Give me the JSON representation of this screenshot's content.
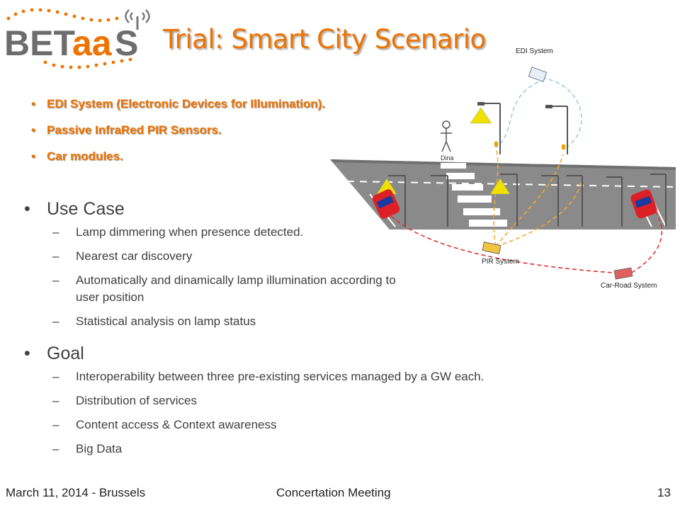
{
  "logo": {
    "text_main": "BET",
    "text_accent": "aa",
    "text_end": "S"
  },
  "title": "Trial: Smart City Scenario",
  "intro_bullets": [
    "EDI System (Electronic Devices for Illumination).",
    "Passive InfraRed PIR Sensors.",
    "Car modules."
  ],
  "use_case": {
    "heading": "Use Case",
    "items": [
      "Lamp dimmering when presence detected.",
      "Nearest car discovery",
      "Automatically and dinamically lamp illumination according to",
      "user position",
      "Statistical analysis on lamp status"
    ]
  },
  "goal": {
    "heading": "Goal",
    "items": [
      "Interoperability between three pre-existing services managed by a GW each.",
      "Distribution of services",
      "Content access & Context awareness",
      "Big Data"
    ]
  },
  "diagram": {
    "edi_label": "EDI System",
    "person_label": "Dina",
    "pir_label": "PIR System",
    "car_road_label": "Car-Road System"
  },
  "footer": {
    "left": "March 11, 2014 - Brussels",
    "center": "Concertation Meeting",
    "page": "13"
  },
  "colors": {
    "accent": "#ee7300",
    "text": "#404040",
    "road": "#8a8a8a",
    "car": "#dd1f26",
    "lamp_light": "#f0e000",
    "edi_link": "#9ccbe8",
    "pir_link": "#f0a830",
    "car_link": "#e03030"
  }
}
